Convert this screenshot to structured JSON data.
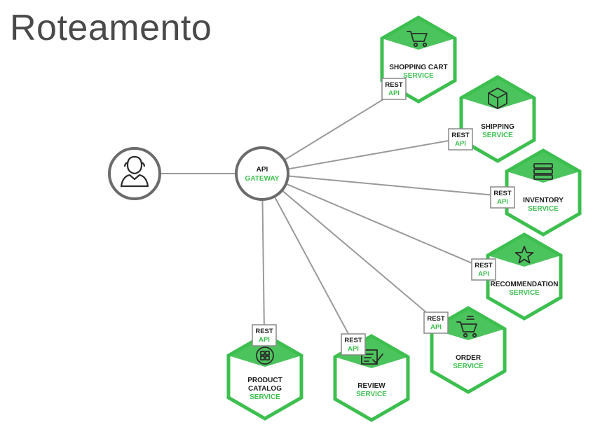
{
  "title": "Roteamento",
  "gateway": {
    "line1": "API",
    "line2": "GATEWAY"
  },
  "client": {
    "icon": "user-icon"
  },
  "rest_api": {
    "line1": "REST",
    "line2": "API"
  },
  "colors": {
    "green": "#3dbf4f",
    "green_dark": "#2aa13c",
    "text_dark": "#1e1e1e",
    "line": "#9a9a9a",
    "node_border": "#6b6b6b"
  },
  "services": [
    {
      "id": "shopping-cart",
      "line1": "SHOPPING CART",
      "line2": "",
      "type": "SERVICE",
      "icon": "cart-icon"
    },
    {
      "id": "shipping",
      "line1": "SHIPPING",
      "line2": "",
      "type": "SERVICE",
      "icon": "box-icon"
    },
    {
      "id": "inventory",
      "line1": "INVENTORY",
      "line2": "",
      "type": "SERVICE",
      "icon": "stack-icon"
    },
    {
      "id": "recommendation",
      "line1": "RECOMMENDATION",
      "line2": "",
      "type": "SERVICE",
      "icon": "star-icon"
    },
    {
      "id": "order",
      "line1": "ORDER",
      "line2": "",
      "type": "SERVICE",
      "icon": "order-cart-icon"
    },
    {
      "id": "review",
      "line1": "REVIEW",
      "line2": "",
      "type": "SERVICE",
      "icon": "review-icon"
    },
    {
      "id": "product-catalog",
      "line1": "PRODUCT",
      "line2": "CATALOG",
      "type": "SERVICE",
      "icon": "grid-icon"
    }
  ]
}
